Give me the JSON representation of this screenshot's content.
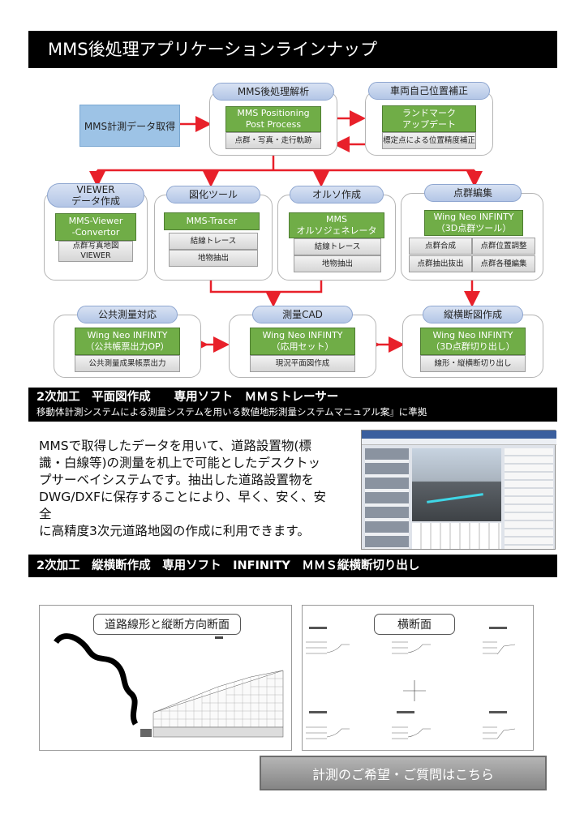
{
  "header": {
    "title": "MMS後処理アプリケーションラインナップ"
  },
  "flow": {
    "acquire": "MMS計測データ取得",
    "post": {
      "title": "MMS後処理解析",
      "tool_line1": "MMS Positioning",
      "tool_line2": "Post Process",
      "sub": "点群・写真・走行軌跡"
    },
    "vehicle": {
      "title": "車両自己位置補正",
      "tool_line1": "ランドマーク",
      "tool_line2": "アップデート",
      "sub": "標定点による位置精度補正"
    },
    "viewer": {
      "title_line1": "VIEWER",
      "title_line2": "データ作成",
      "tool_line1": "MMS-Viewer",
      "tool_line2": "-Convertor",
      "sub_line1": "点群写真地図",
      "sub_line2": "VIEWER"
    },
    "zuka": {
      "title": "図化ツール",
      "tool": "MMS-Tracer",
      "sub1": "結線トレース",
      "sub2": "地物抽出"
    },
    "ortho": {
      "title": "オルソ作成",
      "tool_line1": "MMS",
      "tool_line2": "オルソジェネレータ",
      "sub1": "結線トレース",
      "sub2": "地物抽出"
    },
    "pointcloud": {
      "title": "点群編集",
      "tool_line1": "Wing Neo INFINTY",
      "tool_line2": "（3D点群ツール）",
      "sub1": "点群合成",
      "sub2": "点群位置調整",
      "sub3": "点群抽出抜出",
      "sub4": "点群各種編集"
    },
    "public": {
      "title": "公共測量対応",
      "tool_line1": "Wing Neo INFINTY",
      "tool_line2": "（公共帳票出力OP）",
      "sub": "公共測量成果帳票出力"
    },
    "cad": {
      "title": "測量CAD",
      "tool_line1": "Wing Neo INFINTY",
      "tool_line2": "（応用セット）",
      "sub": "現況平面図作成"
    },
    "section": {
      "title": "縦横断図作成",
      "tool_line1": "Wing Neo INFINTY",
      "tool_line2": "（3D点群切り出し）",
      "sub": "線形・縦横断切り出し"
    }
  },
  "band1": {
    "title": "2次加工　平面図作成　　専用ソフト　ＭＭＳトレーサー",
    "subtitle": "移動体計測システムによる測量システムを用いる数値地形測量システムマニュアル案』に準拠"
  },
  "description": {
    "lines": [
      "MMSで取得したデータを用いて、道路設置物(標",
      "識・白線等)の測量を机上で可能としたデスクトッ",
      "プサーベイシステムです。抽出した道路設置物を",
      "DWG/DXFに保存することにより、早く、安く、安全",
      "に高精度3次元道路地図の作成に利用できます。"
    ]
  },
  "band2": {
    "title": "2次加工　縦横断作成　専用ソフト　INFINITY　ＭＭＳ縦横断切り出し"
  },
  "panel_left": {
    "title": "道路線形と縦断方向断面"
  },
  "panel_right": {
    "title": "横断面"
  },
  "contact": {
    "label": "計測のご希望・ご質問はこちら"
  },
  "colors": {
    "tool_green": "#70ad47",
    "pill_blue": "#b3c6e6",
    "arrow_red": "#e8202a",
    "band_black": "#000000"
  }
}
